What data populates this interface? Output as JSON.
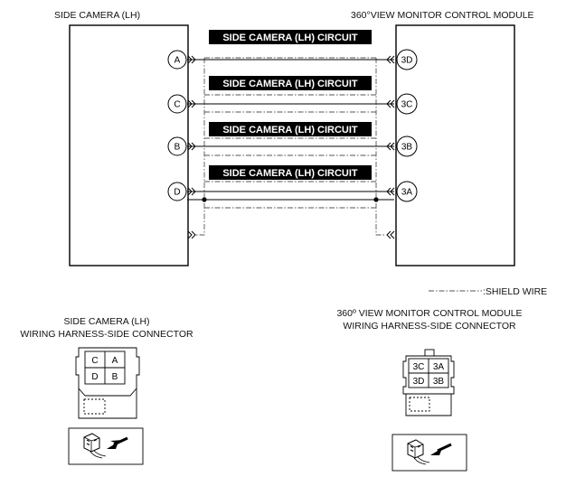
{
  "diagram": {
    "left_module_title": "SIDE CAMERA (LH)",
    "right_module_title": "360°VIEW MONITOR CONTROL MODULE",
    "circuit_labels": [
      "SIDE CAMERA (LH) CIRCUIT",
      "SIDE CAMERA (LH) CIRCUIT",
      "SIDE CAMERA (LH) CIRCUIT",
      "SIDE CAMERA (LH) CIRCUIT"
    ],
    "wires": [
      {
        "left_terminal": "A",
        "right_terminal": "3D",
        "shielded": true
      },
      {
        "left_terminal": "C",
        "right_terminal": "3C",
        "shielded": true
      },
      {
        "left_terminal": "B",
        "right_terminal": "3B",
        "shielded": true
      },
      {
        "left_terminal": "D",
        "right_terminal": "3A",
        "shielded": true
      }
    ],
    "legend_shield_wire": ":SHIELD WIRE"
  },
  "left_connector": {
    "title_line1": "SIDE CAMERA (LH)",
    "title_line2": "WIRING HARNESS-SIDE CONNECTOR",
    "cells": [
      [
        "C",
        "A"
      ],
      [
        "D",
        "B"
      ]
    ]
  },
  "right_connector": {
    "title_line1": "360º VIEW MONITOR CONTROL MODULE",
    "title_line2": "WIRING HARNESS-SIDE CONNECTOR",
    "cells": [
      [
        "3C",
        "3A"
      ],
      [
        "3D",
        "3B"
      ]
    ]
  }
}
